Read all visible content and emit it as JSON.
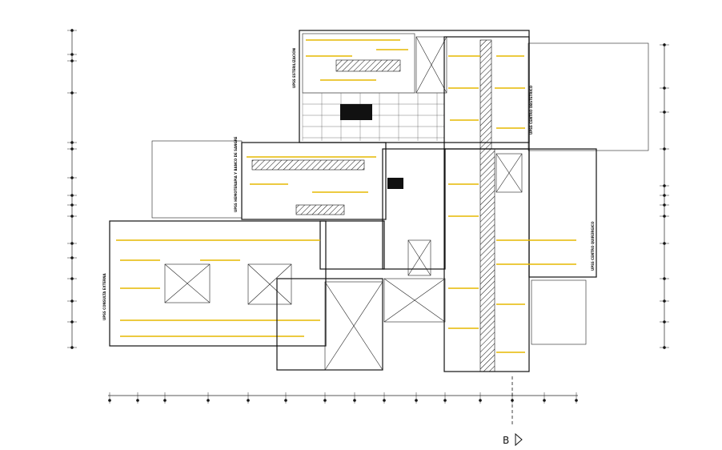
{
  "zones": {
    "esterilizacion": "UPSS ESTERILIZACIÓN",
    "centro_obstetrico": "UPSS CENTRO OBSTÉTRICO",
    "hemoterapia": "UPSS HEMOTERAPIA Y BANCO DE SANGRE",
    "consulta_externa": "UPSS CONSULTA EXTERNA",
    "centro_quirurgico": "UPSS CENTRO QUIRÚRGICO"
  },
  "section_marker": "B",
  "colors": {
    "wall": "#111111",
    "accent": "#e6b800",
    "background": "#ffffff"
  }
}
